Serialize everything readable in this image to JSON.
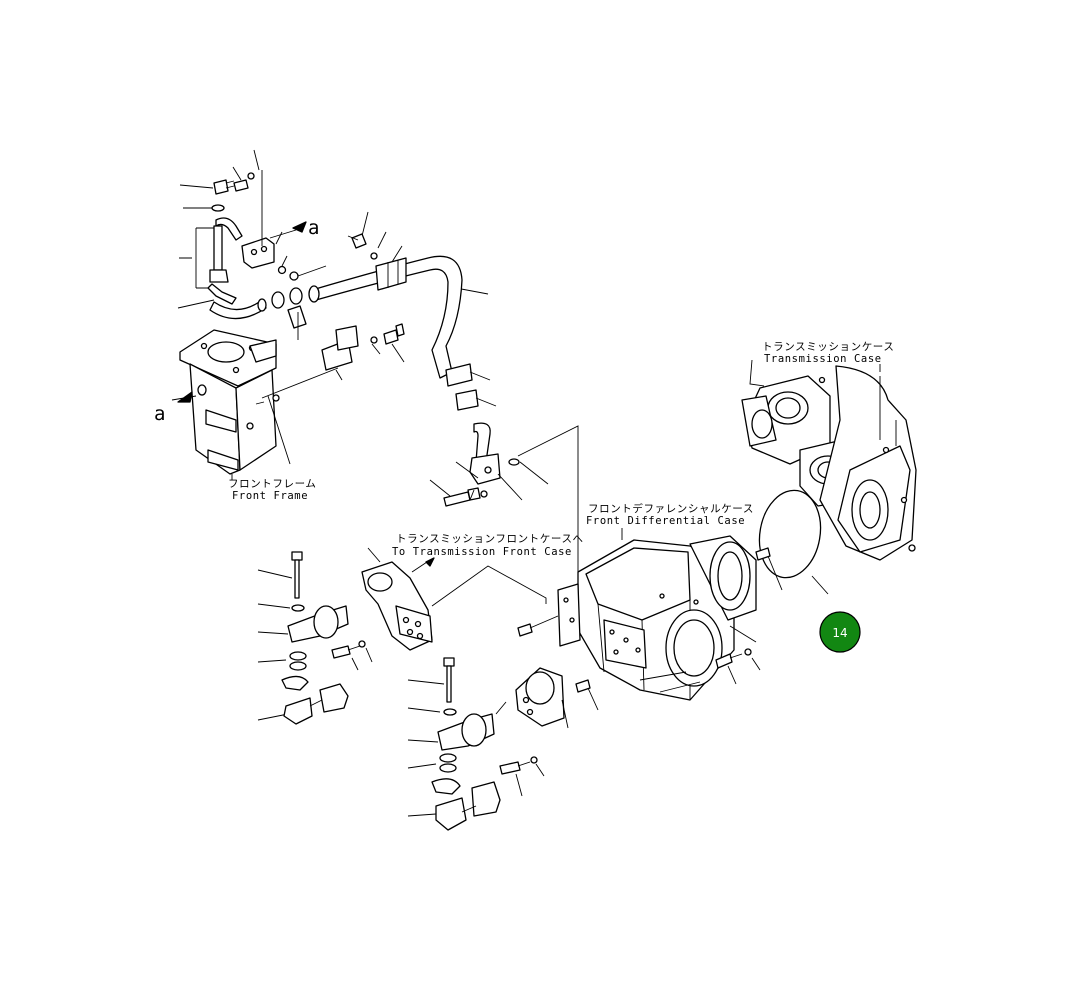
{
  "labels": {
    "front_frame_jp": "フロントフレーム",
    "front_frame_en": "Front Frame",
    "transmission_case_jp": "トランスミッションケース",
    "transmission_case_en": "Transmission Case",
    "to_trans_front_case_jp": "トランスミッションフロントケースへ",
    "to_trans_front_case_en": "To Transmission Front Case",
    "front_diff_case_jp": "フロントデファレンシャルケース",
    "front_diff_case_en": "Front Differential Case"
  },
  "ref_marks": {
    "a1": "a",
    "a2": "a"
  },
  "callout": {
    "number": "14",
    "color": "#128712"
  }
}
